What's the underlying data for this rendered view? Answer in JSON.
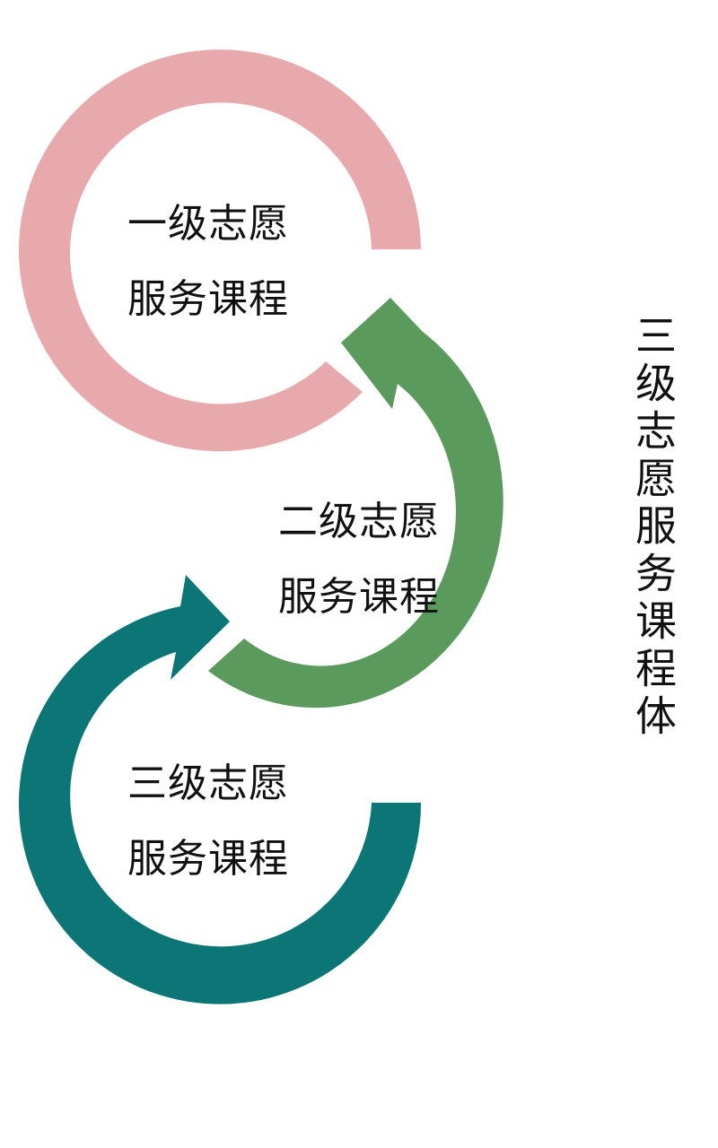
{
  "title": "三级志愿服务课程体",
  "levels": [
    {
      "line1": "一级志愿",
      "line2": "服务课程",
      "color": "#e8a9ac"
    },
    {
      "line1": "二级志愿",
      "line2": "服务课程",
      "color": "#5a9a5c"
    },
    {
      "line1": "三级志愿",
      "line2": "服务课程",
      "color": "#0b7675"
    }
  ]
}
